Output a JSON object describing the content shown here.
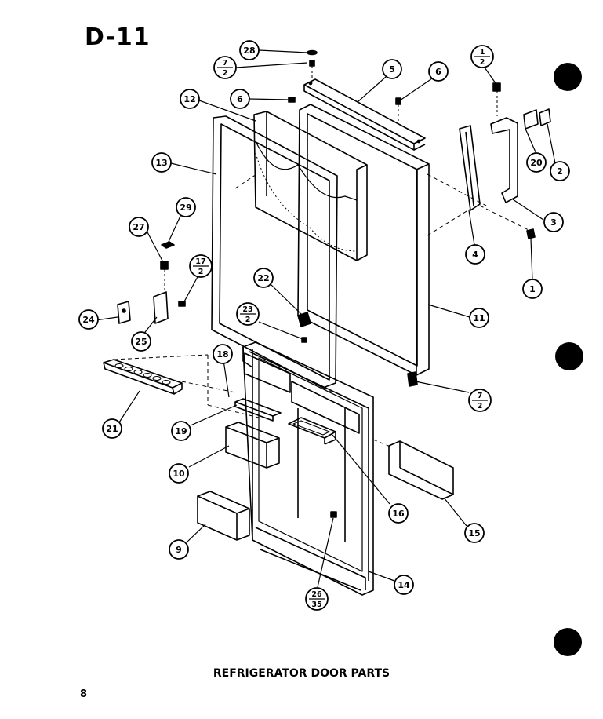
{
  "header": {
    "code": "D-11"
  },
  "caption": "REFRIGERATOR DOOR PARTS",
  "page_number": "8",
  "callouts": [
    {
      "id": "c28",
      "label": "28"
    },
    {
      "id": "c7-2a",
      "top": "7",
      "bottom": "2"
    },
    {
      "id": "c5",
      "label": "5"
    },
    {
      "id": "c6a",
      "label": "6"
    },
    {
      "id": "c1-2",
      "top": "1",
      "bottom": "2"
    },
    {
      "id": "c12",
      "label": "12"
    },
    {
      "id": "c6b",
      "label": "6"
    },
    {
      "id": "c13",
      "label": "13"
    },
    {
      "id": "c20",
      "label": "20"
    },
    {
      "id": "c2",
      "label": "2"
    },
    {
      "id": "c3",
      "label": "3"
    },
    {
      "id": "c29",
      "label": "29"
    },
    {
      "id": "c27",
      "label": "27"
    },
    {
      "id": "c17-2",
      "top": "17",
      "bottom": "2"
    },
    {
      "id": "c4",
      "label": "4"
    },
    {
      "id": "c1",
      "label": "1"
    },
    {
      "id": "c22",
      "label": "22"
    },
    {
      "id": "c24",
      "label": "24"
    },
    {
      "id": "c23-2",
      "top": "23",
      "bottom": "2"
    },
    {
      "id": "c11",
      "label": "11"
    },
    {
      "id": "c25",
      "label": "25"
    },
    {
      "id": "c18a",
      "label": "18"
    },
    {
      "id": "c7-2b",
      "top": "7",
      "bottom": "2"
    },
    {
      "id": "c21",
      "label": "21"
    },
    {
      "id": "c19",
      "label": "19"
    },
    {
      "id": "c10",
      "label": "10"
    },
    {
      "id": "c16",
      "label": "16"
    },
    {
      "id": "c15",
      "label": "15"
    },
    {
      "id": "c9",
      "label": "9"
    },
    {
      "id": "c14",
      "label": "14"
    },
    {
      "id": "c26-35",
      "top": "26",
      "bottom": "35"
    }
  ]
}
